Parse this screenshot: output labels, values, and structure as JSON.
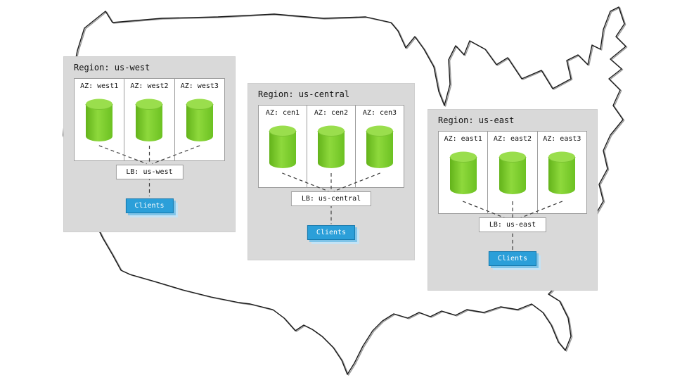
{
  "regions": [
    {
      "title": "Region: us-west",
      "azs": [
        {
          "label": "AZ: west1"
        },
        {
          "label": "AZ: west2"
        },
        {
          "label": "AZ: west3"
        }
      ],
      "lb_label": "LB: us-west",
      "clients_label": "Clients"
    },
    {
      "title": "Region: us-central",
      "azs": [
        {
          "label": "AZ: cen1"
        },
        {
          "label": "AZ: cen2"
        },
        {
          "label": "AZ: cen3"
        }
      ],
      "lb_label": "LB: us-central",
      "clients_label": "Clients"
    },
    {
      "title": "Region: us-east",
      "azs": [
        {
          "label": "AZ: east1"
        },
        {
          "label": "AZ: east2"
        },
        {
          "label": "AZ: east3"
        }
      ],
      "lb_label": "LB: us-east",
      "clients_label": "Clients"
    }
  ],
  "icons": {
    "database": "database-cylinder-icon",
    "clients_stack": "clients-stacked-box"
  },
  "colors": {
    "region_bg": "#d9d9d9",
    "az_bg": "#ffffff",
    "database_green": "#7cc82a",
    "database_green_top": "#9ade4d",
    "clients_blue": "#2b9fd9",
    "connector_line": "#3c3c3c",
    "map_outline": "#1a1a1a"
  }
}
